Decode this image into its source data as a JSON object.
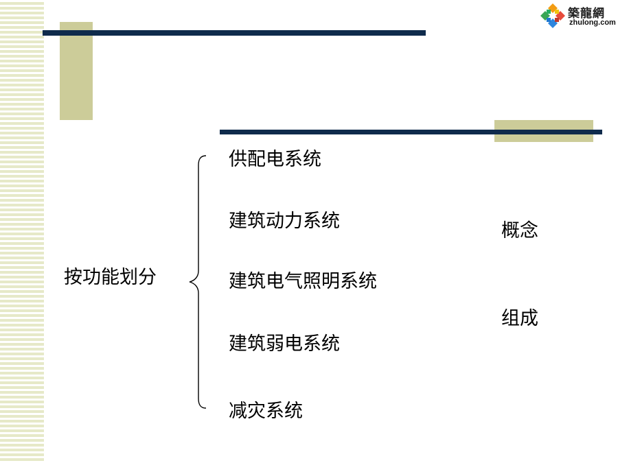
{
  "logo": {
    "name_cn": "築龍網",
    "name_en": "zhulong.com"
  },
  "slide": {
    "category_label": "按功能划分",
    "items": [
      "供配电系统",
      "建筑动力系统",
      "建筑电气照明系统",
      "建筑弱电系统",
      "减灾系统"
    ],
    "side_notes": [
      "概念",
      "组成"
    ]
  },
  "colors": {
    "rule": "#0f2b4c",
    "block": "#cccc99",
    "stripe": "#e6e9c8"
  }
}
